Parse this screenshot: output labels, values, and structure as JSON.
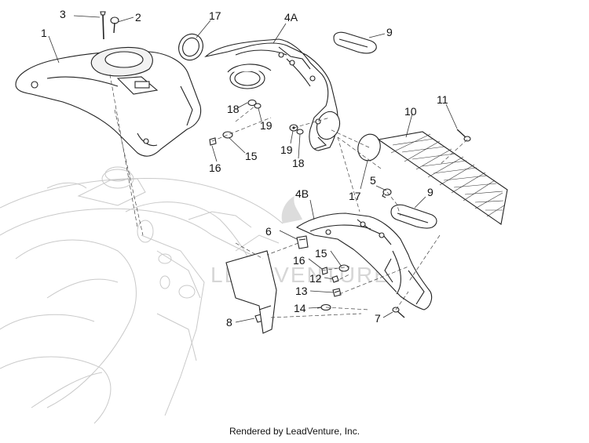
{
  "callouts": {
    "c1": "1",
    "c2": "2",
    "c3": "3",
    "c17a": "17",
    "c4a": "4A",
    "c9a": "9",
    "c18a": "18",
    "c19a": "19",
    "c15a": "15",
    "c16a": "16",
    "c19b": "19",
    "c18b": "18",
    "c17b": "17",
    "c10": "10",
    "c11": "11",
    "c5": "5",
    "c9b": "9",
    "c4b": "4B",
    "c6": "6",
    "c16b": "16",
    "c15b": "15",
    "c12": "12",
    "c13": "13",
    "c14": "14",
    "c7": "7",
    "c8": "8"
  },
  "watermark": {
    "text": "LEADVENTURE"
  },
  "footer": {
    "credit": "Rendered by LeadVenture, Inc."
  }
}
